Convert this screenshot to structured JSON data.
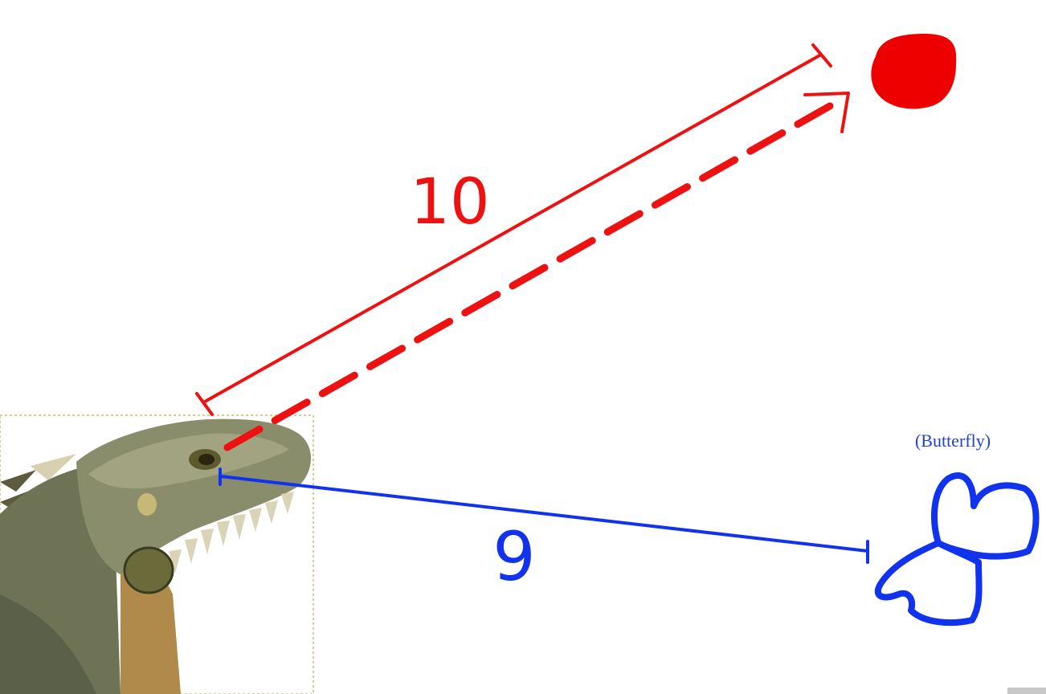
{
  "labels": {
    "red_distance": "10",
    "blue_distance": "9",
    "butterfly_caption": "(Butterfly)"
  },
  "colors": {
    "red": "#ee1111",
    "blue": "#1133ee",
    "selection_border": "#b59a2a"
  },
  "icons": {
    "lizard": "iguana-image",
    "target_dot": "red-dot",
    "butterfly": "butterfly-doodle"
  }
}
